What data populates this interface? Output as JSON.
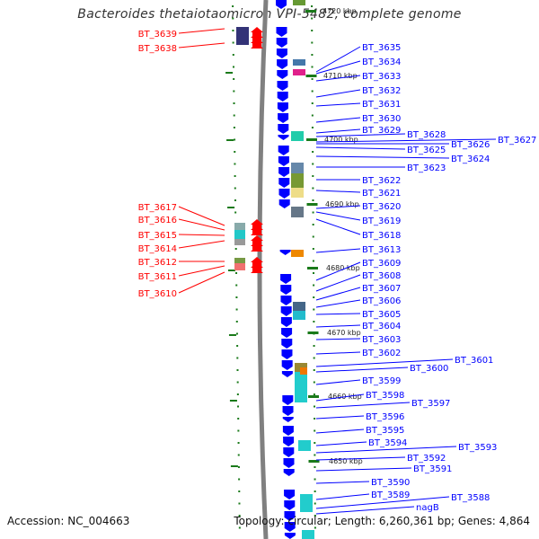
{
  "title": "Bacteroides thetaiotaomicron VPI-5482, complete genome",
  "accession": "Accession: NC_004663",
  "topology": "Topology: circular; Length: 6,260,361 bp; Genes: 4,864",
  "colors": {
    "forward_gene": "#ff0000",
    "reverse_gene": "#0000ff",
    "backbone": "#808080",
    "kbp_tick": "#1a7a1a"
  },
  "scale_marks": [
    "4720 kbp",
    "4710 kbp",
    "4700 kbp",
    "4690 kbp",
    "4680 kbp",
    "4670 kbp",
    "4660 kbp",
    "4650 kbp"
  ],
  "left_labels": [
    "BT_3639",
    "BT_3638",
    "BT_3617",
    "BT_3616",
    "BT_3615",
    "BT_3614",
    "BT_3612",
    "BT_3611",
    "BT_3610"
  ],
  "right_labels": [
    "BT_3635",
    "BT_3634",
    "BT_3633",
    "BT_3632",
    "BT_3631",
    "BT_3630",
    "BT_3629",
    "BT_3628",
    "BT_3627",
    "BT_3626",
    "BT_3625",
    "BT_3624",
    "BT_3623",
    "BT_3622",
    "BT_3621",
    "BT_3620",
    "BT_3619",
    "BT_3618",
    "BT_3613",
    "BT_3609",
    "BT_3608",
    "BT_3607",
    "BT_3606",
    "BT_3605",
    "BT_3604",
    "BT_3603",
    "BT_3602",
    "BT_3601",
    "BT_3600",
    "BT_3599",
    "BT_3598",
    "BT_3597",
    "BT_3596",
    "BT_3595",
    "BT_3594",
    "BT_3593",
    "BT_3592",
    "BT_3591",
    "BT_3590",
    "BT_3589",
    "BT_3588",
    "nagB"
  ]
}
